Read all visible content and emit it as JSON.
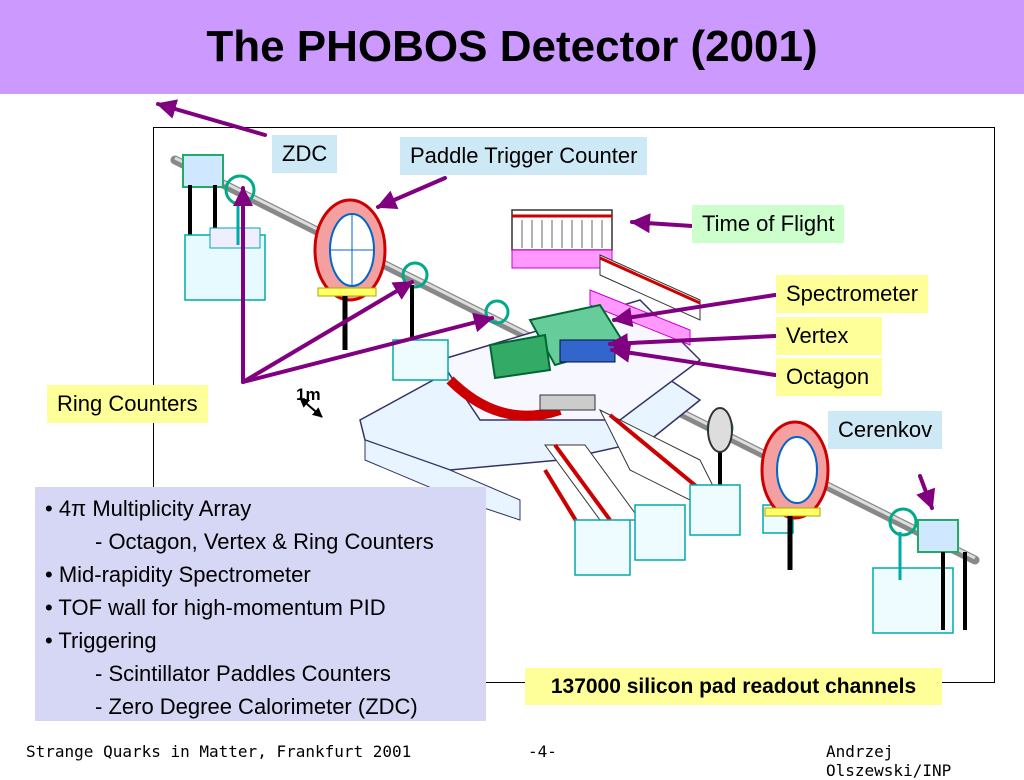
{
  "title": "The PHOBOS Detector (2001)",
  "labels": {
    "zdc": "ZDC",
    "paddle": "Paddle Trigger Counter",
    "tof": "Time of Flight",
    "spectrometer": "Spectrometer",
    "vertex": "Vertex",
    "octagon": "Octagon",
    "ring_counters": "Ring Counters",
    "cerenkov": "Cerenkov",
    "scale": "1m"
  },
  "bullets": [
    {
      "text": "• 4π Multiplicity Array",
      "sub": false
    },
    {
      "text": "- Octagon, Vertex & Ring Counters",
      "sub": true
    },
    {
      "text": "• Mid-rapidity Spectrometer",
      "sub": false
    },
    {
      "text": "• TOF wall for high-momentum PID",
      "sub": false
    },
    {
      "text": "• Triggering",
      "sub": false
    },
    {
      "text": "- Scintillator Paddles Counters",
      "sub": true
    },
    {
      "text": "- Zero Degree Calorimeter (ZDC)",
      "sub": true
    }
  ],
  "silicon_note": "137000 silicon pad readout channels",
  "footer": {
    "left": "Strange Quarks in Matter, Frankfurt 2001",
    "center": "-4-",
    "right": "Andrzej Olszewski/INP"
  },
  "colors": {
    "title_bg": "#cc99ff",
    "arrow": "#800080",
    "label_blue": "#cce9f5",
    "label_yellow": "#ffff99",
    "label_green": "#ccffcc",
    "bullet_bg": "#d6d6f5"
  }
}
